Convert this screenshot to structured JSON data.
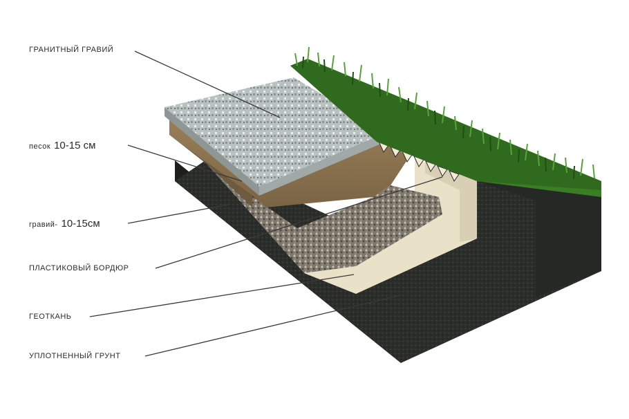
{
  "labels": {
    "granite": "ГРАНИТНЫЙ ГРАВИЙ",
    "sand_word": "песок",
    "sand_size": "10-15 см",
    "gravel_word": "гравий-",
    "gravel_size": "10-15см",
    "border": "ПЛАСТИКОВЫЙ БОРДЮР",
    "geotextile": "ГЕОТКАНЬ",
    "soil": "УПЛОТНЕННЫЙ ГРУНТ"
  },
  "colors": {
    "soil": "#2b2d2a",
    "soil_dark": "#1c1d1b",
    "grass": "#3a7d25",
    "granite": "#b8c0c0",
    "sand": "#8a7250",
    "gravel": "#8c8478",
    "geotextile": "#e7dfc6",
    "leader": "#3a3a3a"
  }
}
